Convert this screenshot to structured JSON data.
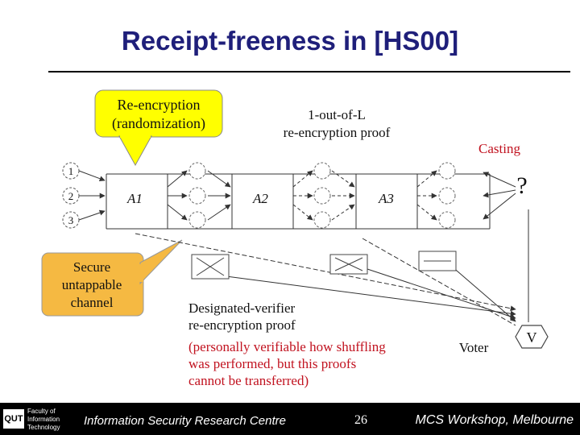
{
  "slide": {
    "title": "Receipt-freeness in [HS00]"
  },
  "callouts": {
    "reencryption": [
      "Re-encryption",
      "(randomization)"
    ],
    "secure_channel": [
      "Secure",
      "untappable",
      "channel"
    ]
  },
  "labels": {
    "proof_1_out_of_L": [
      "1-out-of-L",
      "re-encryption proof"
    ],
    "casting": "Casting",
    "voter": "Voter",
    "voter_node": "V",
    "question_mark": "?",
    "designated": [
      "Designated-verifier",
      "re-encryption proof"
    ],
    "designated_note": [
      "(personally verifiable how shuffling",
      "was performed, but this proofs",
      "cannot be transferred)"
    ]
  },
  "authorities": [
    "A1",
    "A2",
    "A3"
  ],
  "input_nodes": [
    "1",
    "2",
    "3"
  ],
  "colors": {
    "title": "#1f1f7a",
    "callout_yellow": "#ffff00",
    "callout_orange": "#f5b942",
    "note_red": "#c1121f",
    "footer_bg": "#000000"
  },
  "footer": {
    "logo_text": "QUT",
    "faculty": [
      "Faculty of",
      "Information",
      "Technology"
    ],
    "left": "Information Security Research Centre",
    "page": "26",
    "right": "MCS Workshop, Melbourne"
  }
}
